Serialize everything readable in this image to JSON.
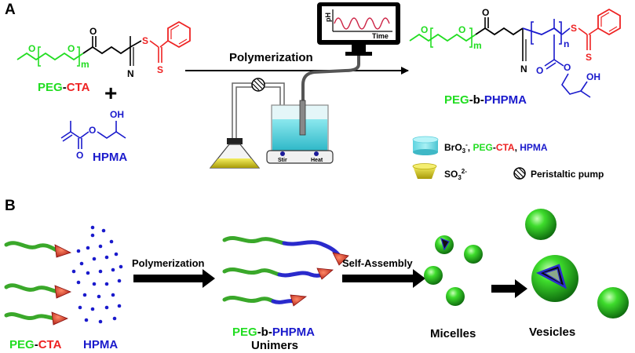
{
  "panel_a": {
    "label": "A",
    "reactants": {
      "m_sub": "m",
      "o_left": "O",
      "o_mid": "O",
      "o_carbonyl": "O",
      "s_thio": "S",
      "s_thione": "S",
      "nitrile_n": "N",
      "peg_text": "PEG",
      "dash": "-",
      "cta_text": "CTA",
      "plus": "+",
      "hpma_oh": "OH",
      "hpma_o1": "O",
      "hpma_o2": "O",
      "hpma_label": "HPMA"
    },
    "arrow_label": "Polymerization",
    "monitor": {
      "ylabel": "pH",
      "xlabel": "Time"
    },
    "setup": {
      "stir_label": "Stir",
      "heat_label": "Heat"
    },
    "product": {
      "m_sub": "m",
      "n_sub": "n",
      "o_left": "O",
      "o_mid": "O",
      "o_carbonyl": "O",
      "s_thio": "S",
      "s_thione": "S",
      "nitrile_n": "N",
      "ester_o1": "O",
      "ester_o2": "O",
      "oh": "OH",
      "peg_text": "PEG",
      "b_text": "-b-",
      "phpma_text": "PHPMA"
    },
    "legend": {
      "item1_bro": "BrO",
      "item1_sub": "3",
      "item1_sup": "-",
      "item1_comma": ", ",
      "item1_peg": "PEG",
      "item1_dash": "-",
      "item1_cta": "CTA",
      "item1_comma2": ", ",
      "item1_hpma": "HPMA",
      "item2_so": "SO",
      "item2_sub": "3",
      "item2_sup": "2-",
      "item3": "Peristaltic pump"
    }
  },
  "panel_b": {
    "label": "B",
    "peg_text": "PEG",
    "dash": "-",
    "cta_text": "CTA",
    "hpma_label": "HPMA",
    "arrow1_label": "Polymerization",
    "unimers_peg": "PEG",
    "unimers_b": "-b-",
    "unimers_phpma": "PHPMA",
    "unimers_label": "Unimers",
    "arrow2_label": "Self-Assembly",
    "micelles_label": "Micelles",
    "vesicles_label": "Vesicles"
  },
  "colors": {
    "peg_green": "#22dd22",
    "cta_red": "#ee2222",
    "hpma_blue": "#1a1acc",
    "chain_green": "#3aa82a",
    "chain_blue": "#2a2acc",
    "sphere_green": "#2ecc2e",
    "liquid_cyan": "#4fd0dc",
    "sulfite_yellow": "#d8cc10",
    "ph_wave_red": "#cc2244"
  }
}
